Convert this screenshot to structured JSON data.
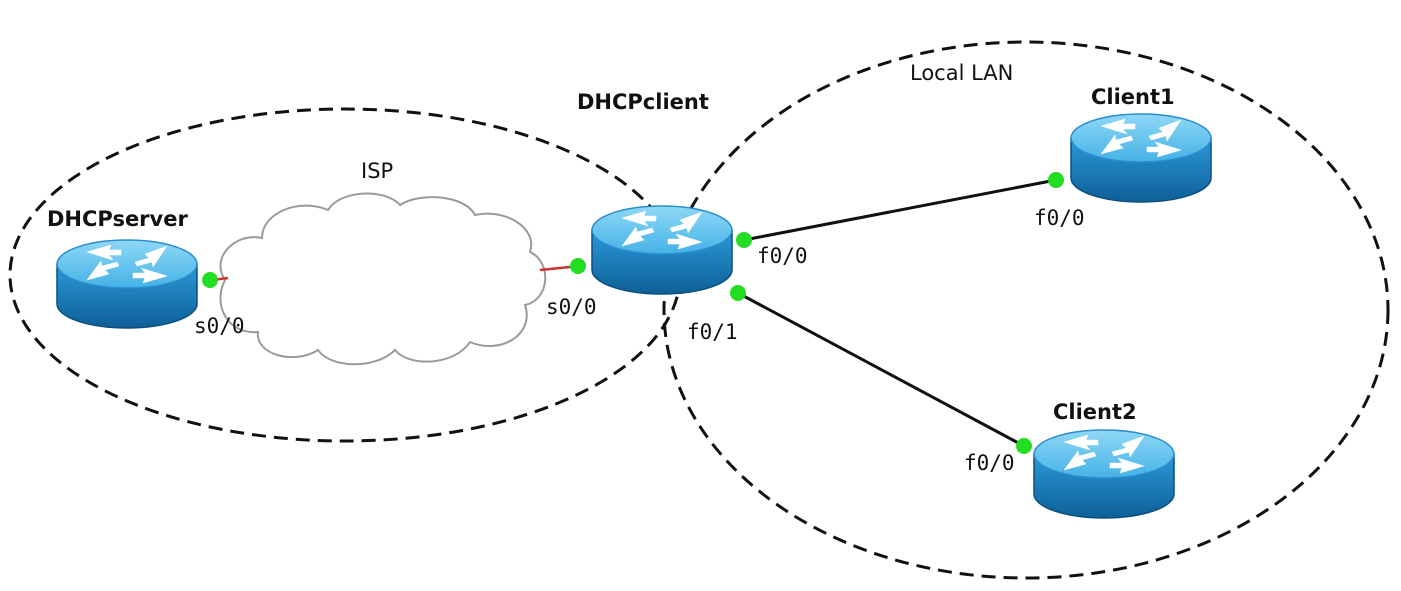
{
  "zones": {
    "isp_group": {
      "label": "ISP"
    },
    "local_lan": {
      "label": "Local LAN"
    }
  },
  "routers": {
    "dhcp_server": {
      "label": "DHCPserver",
      "icon": "router-icon"
    },
    "dhcp_client": {
      "label": "DHCPclient",
      "icon": "router-icon"
    },
    "client1": {
      "label": "Client1",
      "icon": "router-icon"
    },
    "client2": {
      "label": "Client2",
      "icon": "router-icon"
    }
  },
  "cloud": {
    "icon": "cloud-icon"
  },
  "ports": {
    "server_s0_0": "s0/0",
    "client_s0_0": "s0/0",
    "client_f0_0": "f0/0",
    "client_f0_1": "f0/1",
    "client1_f0_0": "f0/0",
    "client2_f0_0": "f0/0"
  },
  "colors": {
    "router_top": "#5fc3ee",
    "router_body": "#1e88c8",
    "port_dot": "#22dd22",
    "serial_link": "#cc3333",
    "ethernet_link": "#111111"
  }
}
